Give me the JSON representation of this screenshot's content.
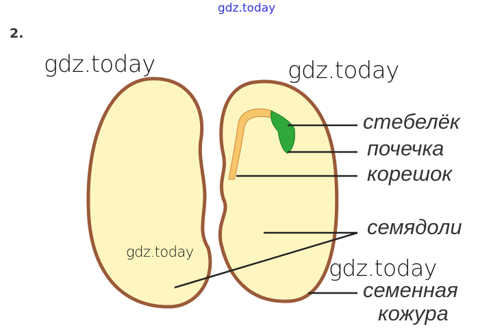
{
  "header": {
    "watermark": "gdz.today",
    "task_number": "2."
  },
  "watermarks": [
    "gdz.today",
    "gdz.today",
    "gdz.today",
    "gdz.today"
  ],
  "labels": {
    "stem": "стебелёк",
    "bud": "почечка",
    "root": "корешок",
    "cotyledons": "семядоли",
    "seed_coat_line1": "семенная",
    "seed_coat_line2": "кожура"
  },
  "colors": {
    "seed_fill": "#fdf6c0",
    "seed_coat": "#9a5a3a",
    "embryo_root": "#f7c56a",
    "embryo_bud": "#2fa83a",
    "watermark_top": "#3333dd"
  }
}
